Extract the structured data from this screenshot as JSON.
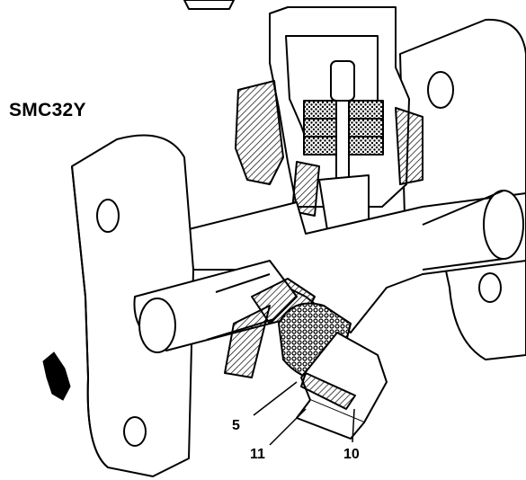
{
  "diagram": {
    "title": "SMC32Y",
    "callouts": [
      {
        "id": "5",
        "label": "5"
      },
      {
        "id": "11",
        "label": "11"
      },
      {
        "id": "10",
        "label": "10"
      }
    ],
    "colors": {
      "ink": "#000000",
      "paper": "#ffffff",
      "hatch": "#555555"
    }
  }
}
